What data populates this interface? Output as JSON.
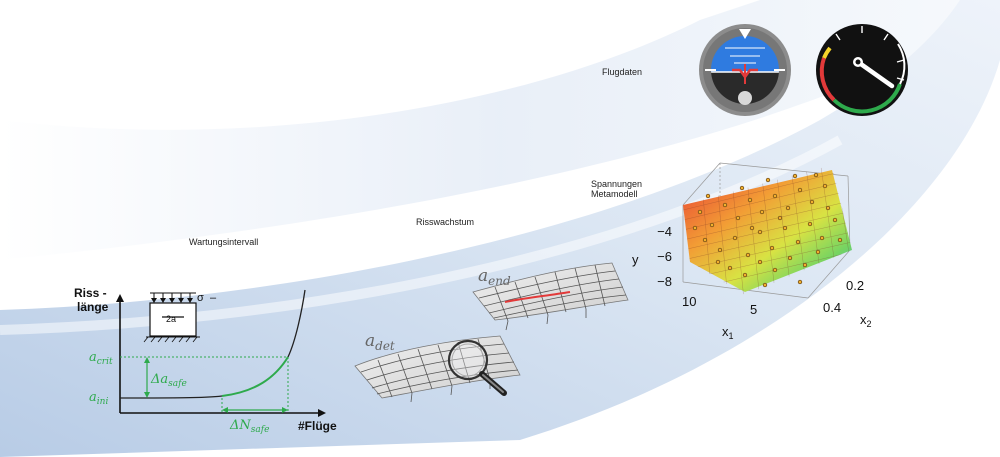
{
  "stage_labels": {
    "wartung": "Wartungsintervall",
    "risswachstum": "Risswachstum",
    "spannungen_line1": "Spannungen",
    "spannungen_line2": "Metamodell",
    "flugdaten": "Flugdaten"
  },
  "crack_chart": {
    "y_label_line1": "Riss -",
    "y_label_line2": "länge",
    "x_label": "#Flüge",
    "a_crit": {
      "base": "a",
      "sub": "crit"
    },
    "a_ini": {
      "base": "a",
      "sub": "ini"
    },
    "delta_a": {
      "base": "Δa",
      "sub": "safe"
    },
    "delta_n": {
      "base": "ΔN",
      "sub": "safe"
    },
    "specimen_label": "2a",
    "sigma": "σ",
    "dash": "–"
  },
  "crack_plates": {
    "a_end": {
      "base": "a",
      "sub": "end"
    },
    "a_det": {
      "base": "a",
      "sub": "det"
    }
  },
  "surface_plot": {
    "y_axis_label": "y",
    "x1_label": {
      "base": "x",
      "sub": "1"
    },
    "x2_label": {
      "base": "x",
      "sub": "2"
    },
    "y_ticks": [
      "−4",
      "−6",
      "−8"
    ],
    "x1_ticks": [
      "10",
      "5"
    ],
    "x2_ticks": [
      "0.2",
      "0.4"
    ]
  },
  "colors": {
    "accent_green": "#2eaa4c",
    "swoosh_blue": "#c9d9ee",
    "crack_red": "#e23a3a",
    "gauge_sky": "#2f7be0"
  }
}
